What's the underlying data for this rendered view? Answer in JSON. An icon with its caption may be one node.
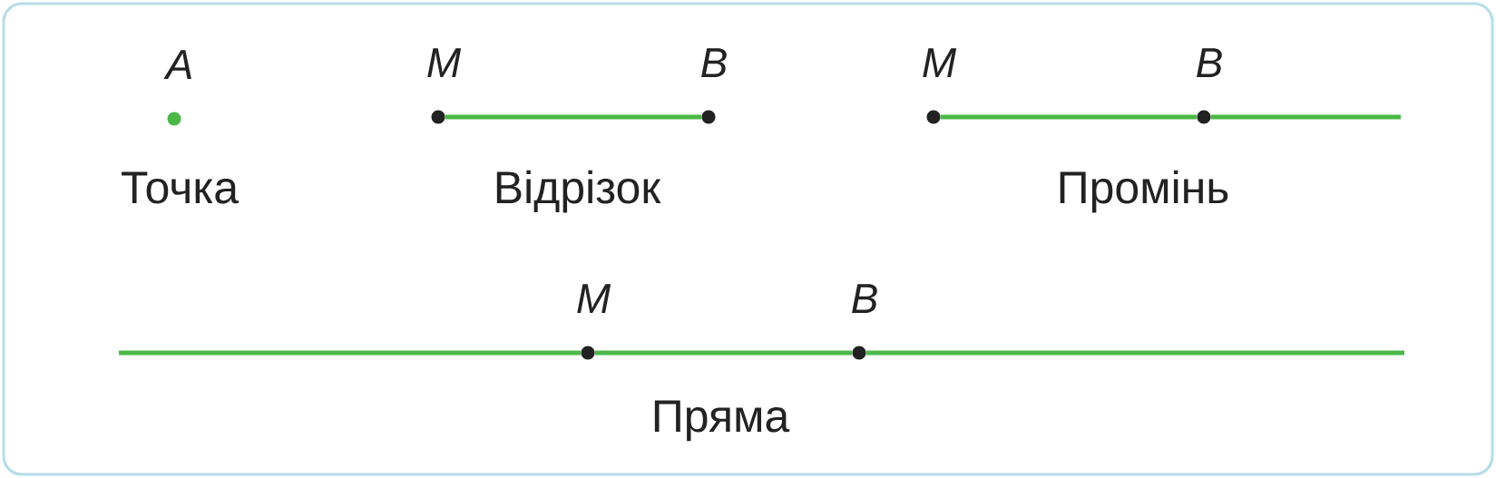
{
  "diagram": {
    "nodes": [
      {
        "text": [
          "A"
        ]
      },
      {
        "text": [
          "M"
        ]
      },
      {
        "text": [
          "B"
        ]
      },
      {
        "text": [
          "M"
        ]
      },
      {
        "text": [
          "B"
        ]
      },
      {
        "text": [
          "M"
        ]
      },
      {
        "text": [
          "B"
        ]
      }
    ],
    "edges": [
      {
        "from": 1,
        "to": 2,
        "arrow": "none"
      },
      {
        "from": 3,
        "to": 4,
        "arrow": "none"
      },
      {
        "from": 4,
        "to": null,
        "arrow": "none"
      },
      {
        "from": null,
        "to": 5,
        "arrow": "none"
      },
      {
        "from": 5,
        "to": 6,
        "arrow": "none"
      },
      {
        "from": 6,
        "to": null,
        "arrow": "none"
      }
    ],
    "labels": [
      "Точка",
      "Відрізок",
      "Промінь",
      "Пряма"
    ]
  }
}
